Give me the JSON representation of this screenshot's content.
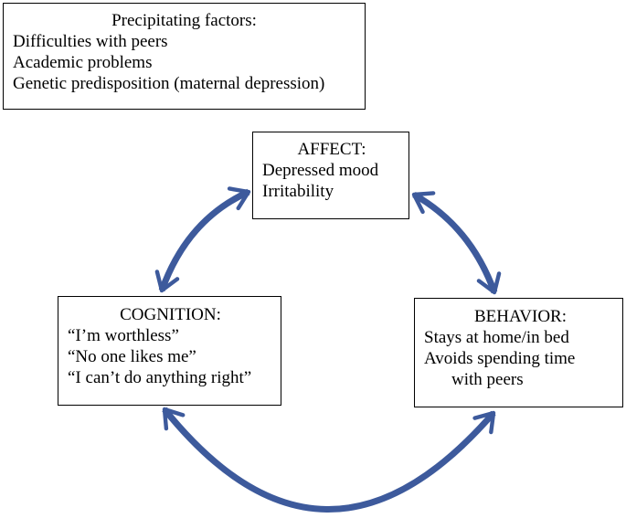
{
  "colors": {
    "arrow": "#3d5a9c",
    "box_border": "#000000",
    "text": "#000000"
  },
  "precipitating": {
    "title": "Precipitating factors:",
    "items": [
      "Difficulties with peers",
      "Academic problems",
      "Genetic predisposition (maternal depression)"
    ]
  },
  "affect": {
    "title": "AFFECT:",
    "items": [
      "Depressed mood",
      "Irritability"
    ]
  },
  "cognition": {
    "title": "COGNITION:",
    "items": [
      "“I’m worthless”",
      "“No one likes me”",
      "“I can’t do anything right”"
    ]
  },
  "behavior": {
    "title": "BEHAVIOR:",
    "items": [
      "Stays at home/in bed",
      "Avoids spending time",
      "with peers"
    ]
  }
}
